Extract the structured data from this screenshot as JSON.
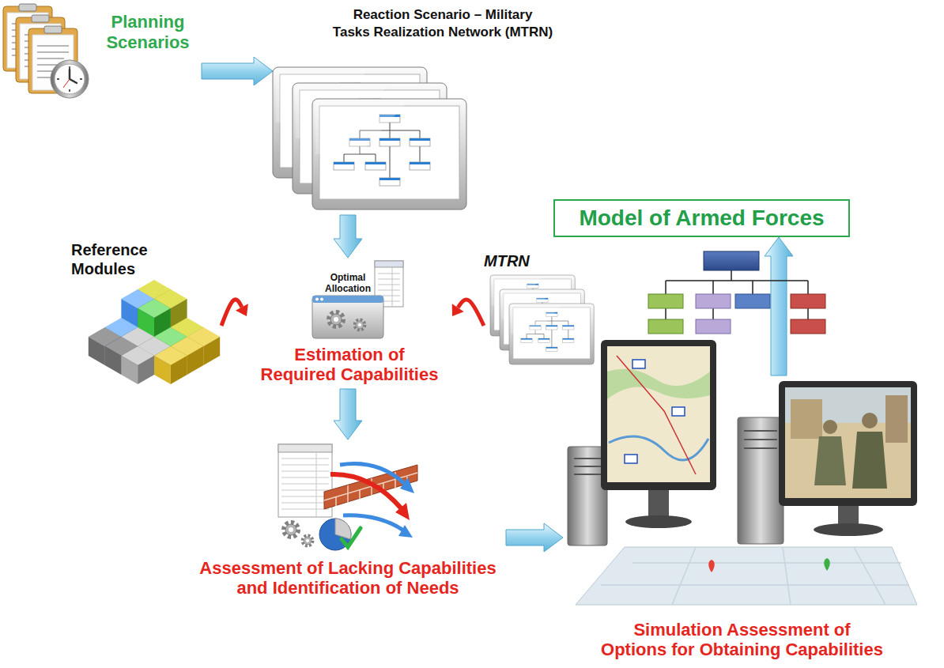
{
  "diagram": {
    "nodes": [
      {
        "text": [
          "Planning Scenarios"
        ]
      },
      {
        "text": [
          "Reaction Scenario – Military Tasks Realization Network (MTRN)"
        ]
      },
      {
        "text": [
          "Reference Modules"
        ]
      },
      {
        "text": [
          "Optimal Allocation",
          "Estimation of Required Capabilities"
        ]
      },
      {
        "text": [
          "MTRN"
        ]
      },
      {
        "text": [
          "Assessment of Lacking Capabilities and Identification of Needs"
        ]
      },
      {
        "text": [
          "Simulation Assessment of Options for Obtaining Capabilities"
        ]
      },
      {
        "text": [
          "Model of Armed Forces"
        ]
      }
    ],
    "edges": [
      {
        "from": 0,
        "to": 1,
        "arrow": "to"
      },
      {
        "from": 1,
        "to": 3,
        "arrow": "to"
      },
      {
        "from": 2,
        "to": 3,
        "arrow": "to"
      },
      {
        "from": 4,
        "to": 3,
        "arrow": "to"
      },
      {
        "from": 3,
        "to": 5,
        "arrow": "to"
      },
      {
        "from": 5,
        "to": 6,
        "arrow": "to"
      },
      {
        "from": 6,
        "to": 7,
        "arrow": "to"
      }
    ]
  }
}
